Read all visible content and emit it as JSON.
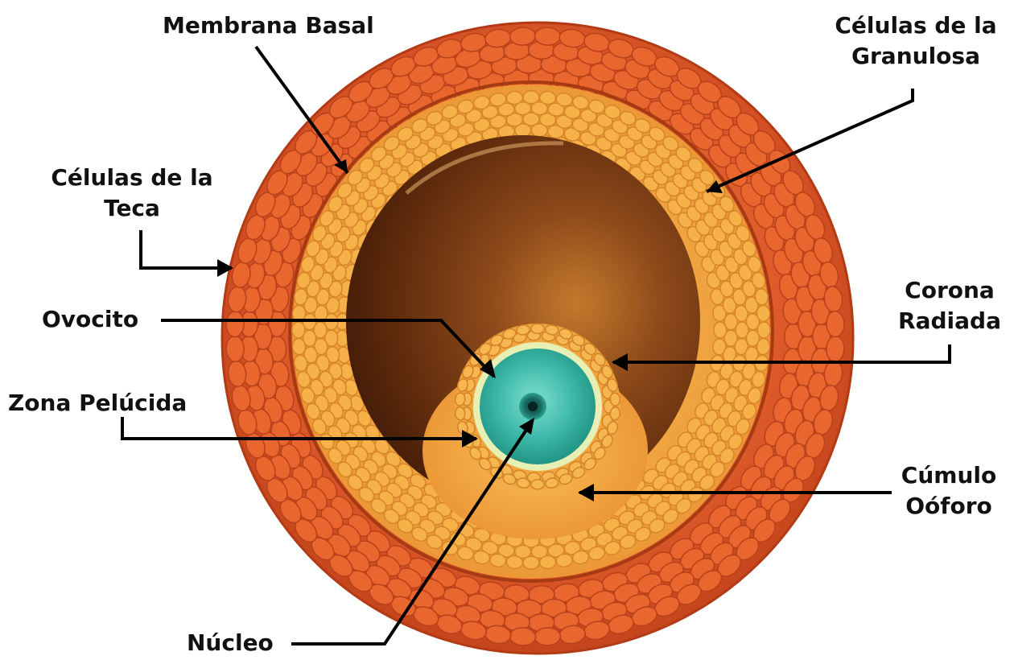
{
  "diagram": {
    "labels": {
      "membrana_basal": "Membrana Basal",
      "granulosa": [
        "Células de la",
        "Granulosa"
      ],
      "teca": [
        "Células de la",
        "Teca"
      ],
      "corona": [
        "Corona",
        "Radiada"
      ],
      "ovocito": "Ovocito",
      "zona": "Zona Pelúcida",
      "cumulo": [
        "Cúmulo",
        "Oóforo"
      ],
      "nucleo": "Núcleo"
    },
    "colors": {
      "theca": "#d9542a",
      "granulosa": "#f0a23c",
      "antrum": "#7a3d17",
      "oocyte": "#3fb8a7",
      "zona": "#e7f0b4",
      "arrow": "#000000"
    }
  }
}
